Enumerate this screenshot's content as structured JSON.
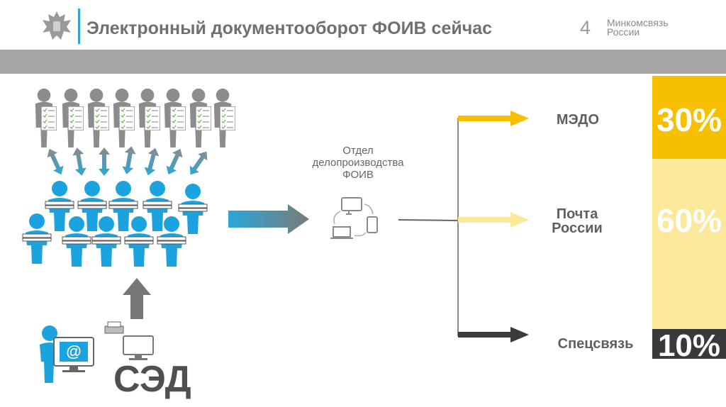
{
  "header": {
    "title": "Электронный документооборот ФОИВ сейчас",
    "page_number": "4",
    "ministry": [
      "Минкомсвязь",
      "России"
    ]
  },
  "center": {
    "dept_label": [
      "Отдел",
      "делопроизводства",
      "ФОИВ"
    ]
  },
  "channels": [
    {
      "name": "МЭДО",
      "percent": "30%",
      "share": 30,
      "color": "#f6c000"
    },
    {
      "name": "Почта России",
      "name_lines": [
        "Почта",
        "России"
      ],
      "percent": "60%",
      "share": 60,
      "color": "#fbe89a"
    },
    {
      "name": "Спецсвязь",
      "percent": "10%",
      "share": 10,
      "color": "#3a3a3a"
    }
  ],
  "bottom": {
    "system_label": "СЭД",
    "email_symbol": "@"
  },
  "colors": {
    "accent": "#2aa7d9",
    "gray_figure": "#8c8c8c",
    "blue_figure": "#1aa3de",
    "header_band": "#a6a6a6"
  },
  "icons": [
    "emblem-icon",
    "person-icon",
    "checklist-icon",
    "clerk-icon",
    "computer-icon",
    "laptop-icon",
    "phone-icon",
    "printer-icon",
    "arrow-icon"
  ]
}
